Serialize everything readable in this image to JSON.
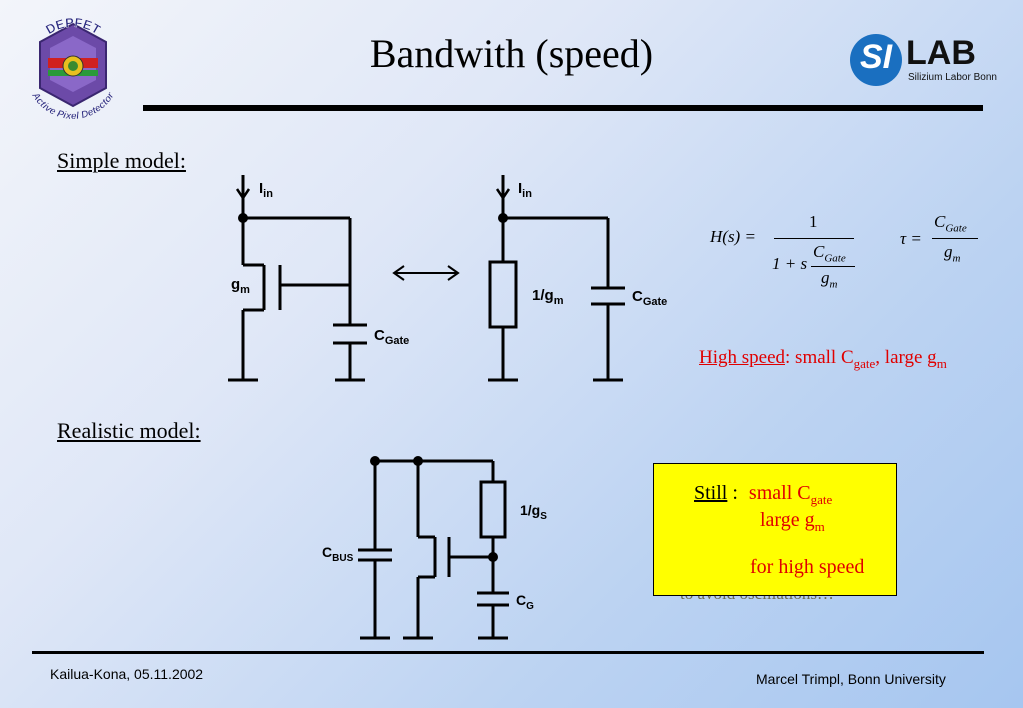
{
  "slide": {
    "title": "Bandwith (speed)",
    "logo_left_top": "DEPFET",
    "logo_left_bottom": "Active Pixel Detector",
    "logo_right_si": "SI",
    "logo_right_lab": "LAB",
    "logo_right_sub": "Silizium Labor Bonn"
  },
  "simple_model": {
    "heading": "Simple model:",
    "circuit1": {
      "current": "I",
      "current_sub": "in",
      "gm": "g",
      "gm_sub": "m",
      "cap": "C",
      "cap_sub": "Gate"
    },
    "circuit2": {
      "current": "I",
      "current_sub": "in",
      "res": "1/g",
      "res_sub": "m",
      "cap": "C",
      "cap_sub": "Gate"
    },
    "formula_h_lhs": "H(s) =",
    "formula_h_num": "1",
    "formula_h_den_prefix": "1 + s",
    "formula_h_frac_num": "C",
    "formula_h_frac_num_sub": "Gate",
    "formula_h_frac_den": "g",
    "formula_h_frac_den_sub": "m",
    "formula_tau_lhs": "τ =",
    "formula_tau_num": "C",
    "formula_tau_num_sub": "Gate",
    "formula_tau_den": "g",
    "formula_tau_den_sub": "m",
    "high_speed_label": "High speed",
    "high_speed_text_1": ": small C",
    "high_speed_sub_1": "gate",
    "high_speed_text_2": ", large g",
    "high_speed_sub_2": "m"
  },
  "realistic_model": {
    "heading": "Realistic model:",
    "cbus": "C",
    "cbus_sub": "BUS",
    "gs": "1/g",
    "gs_sub": "S",
    "cg": "C",
    "cg_sub": "G",
    "box_still": "Still",
    "box_colon": " :",
    "box_line1": "small C",
    "box_line1_sub": "gate",
    "box_line2": "large g",
    "box_line2_sub": "m",
    "box_line3": "for high speed",
    "box_ghost": "to avoid oscillations!!!"
  },
  "footer": {
    "left": "Kailua-Kona, 05.11.2002",
    "right": "Marcel Trimpl, Bonn University"
  },
  "colors": {
    "accent_red": "#e00000",
    "box_yellow": "#ffff00",
    "logo_blue": "#1a6fc0"
  }
}
